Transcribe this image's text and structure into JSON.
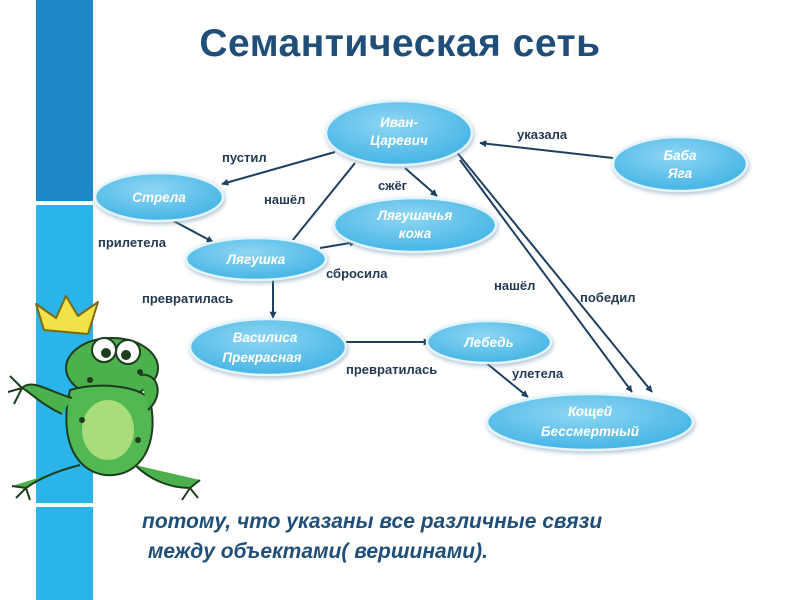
{
  "title": "Семантическая сеть",
  "nodes": {
    "ivan": [
      "Иван-",
      "Царевич"
    ],
    "baba": [
      "Баба",
      "Яга"
    ],
    "strela": [
      "Стрела"
    ],
    "kozha": [
      "Лягушачья",
      "кожа"
    ],
    "lyagushka": [
      "Лягушка"
    ],
    "vasilisa": [
      "Василиса",
      "Прекрасная"
    ],
    "lebed": [
      "Лебедь"
    ],
    "koschey": [
      "Кощей",
      "Бессмертный"
    ]
  },
  "edges": {
    "pustil": "пустил",
    "ukazala": "указала",
    "nashel1": "нашёл",
    "szheg": "сжёг",
    "priletela": "прилетела",
    "sbrosila": "сбросила",
    "prevratilas1": "превратилась",
    "nashel2": "нашёл",
    "pobedil": "победил",
    "prevratilas2": "превратилась",
    "uletela": "улетела"
  },
  "footer": {
    "line1": "потому, что указаны все различные связи",
    "line2": " между объектами( вершинами)."
  },
  "colors": {
    "node_fill": "#60c3ec",
    "node_stroke": "#e4f4fb",
    "arrow": "#1f3f60",
    "bar_dark": "#1c88c8",
    "bar_light": "#2ab4ea",
    "title": "#1f4e79"
  },
  "illustration": "frog-with-crown"
}
